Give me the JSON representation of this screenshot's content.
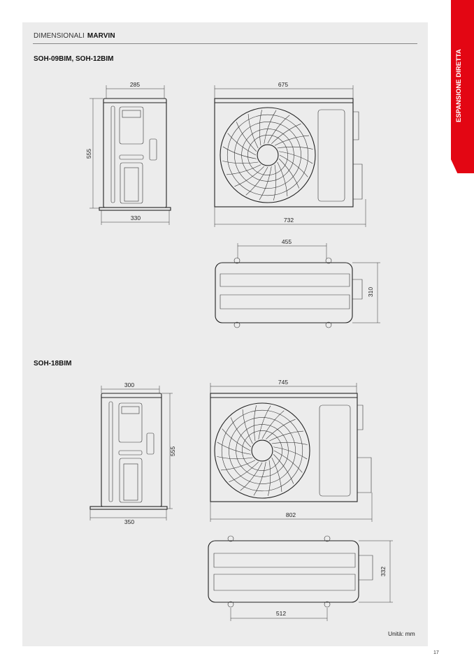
{
  "header": {
    "section": "DIMENSIONALI",
    "product": "MARVIN"
  },
  "side_tab": {
    "label": "ESPANSIONE DIRETTA",
    "color": "#e30613"
  },
  "models": [
    {
      "title": "SOH-09BIM, SOH-12BIM",
      "side": {
        "top_width": "285",
        "height": "555",
        "base_width": "330"
      },
      "front": {
        "top_width": "675",
        "base_width": "732"
      },
      "top": {
        "width": "455",
        "depth": "310"
      }
    },
    {
      "title": "SOH-18BIM",
      "side": {
        "top_width": "300",
        "height": "555",
        "base_width": "350"
      },
      "front": {
        "top_width": "745",
        "base_width": "802"
      },
      "top": {
        "width": "512",
        "depth": "332"
      }
    }
  ],
  "footer": {
    "units": "Unità: mm",
    "page_number": "17"
  }
}
